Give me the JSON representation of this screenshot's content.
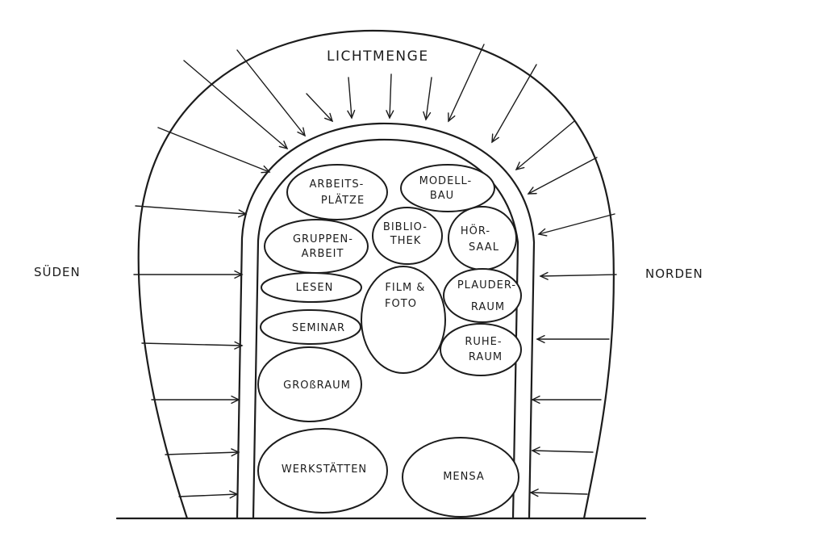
{
  "labels": {
    "top": "LICHTMENGE",
    "left": "SÜDEN",
    "right": "NORDEN"
  },
  "rooms": {
    "arbeitsplaetze": [
      "ARBEITS-",
      "PLÄTZE"
    ],
    "modellbau": [
      "MODELL-",
      "BAU"
    ],
    "bibliothek": [
      "BIBLIO-",
      "THEK"
    ],
    "hoersaal": [
      "HÖR-",
      "SAAL"
    ],
    "gruppenarbeit": [
      "GRUPPEN-",
      "ARBEIT"
    ],
    "lesen": [
      "LESEN"
    ],
    "film_foto": [
      "FILM &",
      "FOTO"
    ],
    "plauderraum": [
      "PLAUDER-",
      "RAUM"
    ],
    "seminar": [
      "SEMINAR"
    ],
    "ruheraum": [
      "RUHE-",
      "RAUM"
    ],
    "grossraum": [
      "GROßRAUM"
    ],
    "werkstaetten": [
      "WERKSTÄTTEN"
    ],
    "mensa": [
      "MENSA"
    ]
  },
  "colors": {
    "ink": "#1c1c1c",
    "paper": "#ffffff"
  }
}
